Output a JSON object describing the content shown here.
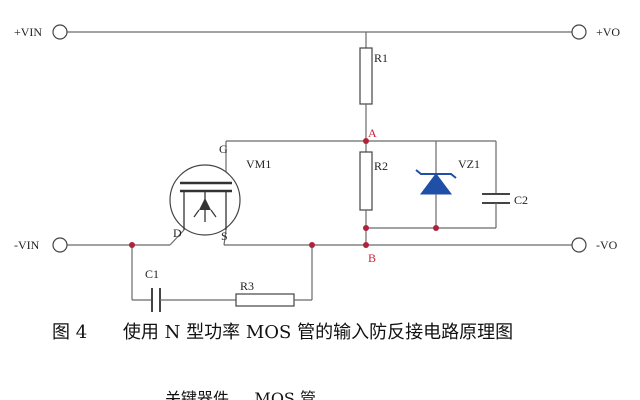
{
  "terminals": {
    "vin_pos": "+VIN",
    "vin_neg": "-VIN",
    "vo_pos": "+VO",
    "vo_neg": "-VO"
  },
  "components": {
    "r1": "R1",
    "r2": "R2",
    "r3": "R3",
    "c1": "C1",
    "c2": "C2",
    "vz1": "VZ1",
    "vm1": "VM1",
    "gate": "G",
    "drain": "D",
    "source": "S"
  },
  "nodes": {
    "a": "A",
    "b": "B"
  },
  "caption": {
    "figure": "图 4",
    "text": "使用 N 型功率 MOS 管的输入防反接电路原理图"
  },
  "cut_text": "关键器件 ... MOS 管"
}
